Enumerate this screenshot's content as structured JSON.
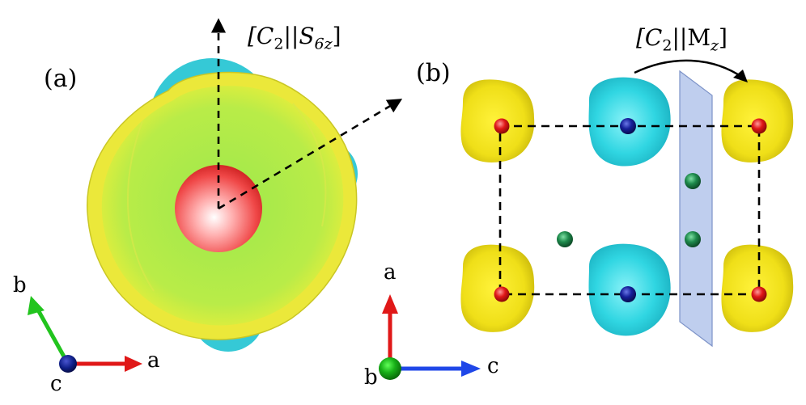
{
  "panels": {
    "a": {
      "label": "(a)",
      "symmetry": {
        "prefix": "[C",
        "sub1": "2",
        "mid": "||S",
        "sub2": "6z",
        "suffix": "]"
      },
      "axes": {
        "x": "a",
        "y": "b",
        "z": "c"
      },
      "colors": {
        "lobe_yellow": "#f2ee3a",
        "lobe_green": "#a9ea4e",
        "lobe_cyan": "#35c9d6",
        "atom": "#f04848"
      }
    },
    "b": {
      "label": "(b)",
      "symmetry": {
        "prefix": "[C",
        "sub1": "2",
        "mid": "||M",
        "sub2": "z",
        "suffix": "]"
      },
      "axes": {
        "x": "c",
        "y": "a",
        "z": "b"
      },
      "colors": {
        "density_yellow": "#f2e41e",
        "density_cyan": "#2fd4e0",
        "atom_red": "#e01818",
        "atom_blue": "#101890",
        "atom_green": "#1e8a4c",
        "mirror_plane": "#a9bde8"
      }
    }
  },
  "axis_colors": {
    "red": "#e01818",
    "green": "#22c41e",
    "blue": "#1f47e8",
    "navy": "#10208a"
  }
}
